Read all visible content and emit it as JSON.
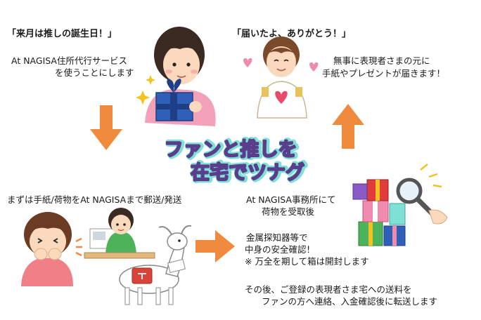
{
  "step1": {
    "heading": "「来月は推しの誕生日！」",
    "line1": "At NAGISA住所代行サービス",
    "line2": "を使うことにします"
  },
  "step4": {
    "heading": "「届いたよ、ありがとう！」",
    "line1": "無事に表現者さまの元に",
    "line2": "手紙やプレゼントが届きます！"
  },
  "title": {
    "line1": "ファンと推しを",
    "line2": "在宅でツナグ"
  },
  "step2": {
    "text": "まずは手紙/荷物をAt NAGISAまで郵送/発送"
  },
  "step3": {
    "line1": "At NAGISA事務所にて",
    "line2": "荷物を受取後",
    "check1": "金属探知器等で",
    "check2": "中身の安全確認！",
    "note": "※ 万全を期して箱は開封します",
    "forward1": "その後、ご登録の表現者さま宅への送料を",
    "forward2": "ファンの方へ連絡、入金確認後に転送します"
  },
  "colors": {
    "arrow": "#f08a3c",
    "title_fill": "#ffffff",
    "title_stroke": "#5a3e8c",
    "title_glow": "#7fe0d6",
    "skin": "#fbd9bd",
    "pink_shirt": "#f2a1b8",
    "gift_blue": "#2f5fb7",
    "green": "#4cb35a",
    "goat_bag": "#d9443a"
  },
  "icons": [
    "woman-with-gift-icon",
    "idol-heart-icon",
    "down-arrow-icon",
    "right-arrow-icon",
    "up-arrow-icon",
    "excited-girl-icon",
    "post-office-clerk-icon",
    "goat-mail-carrier-icon",
    "gift-pile-icon",
    "magnifier-inspection-icon"
  ]
}
